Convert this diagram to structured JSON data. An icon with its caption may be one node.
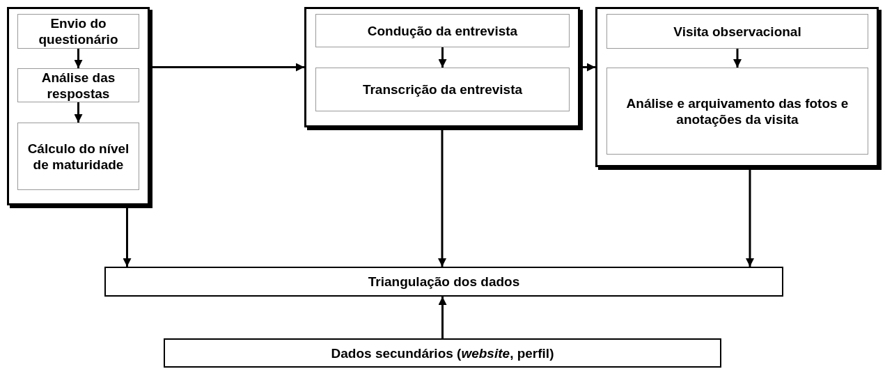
{
  "diagram": {
    "nodes": [
      {
        "text": [],
        "shape": "box"
      },
      {
        "text": [
          "Envio do questionário"
        ],
        "in": 0
      },
      {
        "text": [
          "Análise das respostas"
        ],
        "in": 0
      },
      {
        "text": [
          "Cálculo do nível de maturidade"
        ],
        "in": 0
      },
      {
        "text": [],
        "shape": "box"
      },
      {
        "text": [
          "Condução da entrevista"
        ],
        "in": 4
      },
      {
        "text": [
          "Transcrição da entrevista"
        ],
        "in": 4
      },
      {
        "text": [],
        "shape": "box"
      },
      {
        "text": [
          "Visita observacional"
        ],
        "in": 7
      },
      {
        "text": [
          "Análise e arquivamento das fotos e anotações da visita"
        ],
        "in": 7
      },
      {
        "text": [
          "Triangulação dos dados"
        ]
      },
      {
        "text": [
          "Dados secundários (*website*, perfil)"
        ]
      }
    ],
    "edges": [
      {
        "from": 1,
        "to": 2,
        "arrow": "to"
      },
      {
        "from": 2,
        "to": 3,
        "arrow": "to"
      },
      {
        "from": 0,
        "to": 4,
        "arrow": "to"
      },
      {
        "from": 5,
        "to": 6,
        "arrow": "to"
      },
      {
        "from": 4,
        "to": 7,
        "arrow": "to"
      },
      {
        "from": 8,
        "to": 9,
        "arrow": "to"
      },
      {
        "from": 0,
        "to": 10,
        "arrow": "to"
      },
      {
        "from": 4,
        "to": 10,
        "arrow": "to"
      },
      {
        "from": 7,
        "to": 10,
        "arrow": "to"
      },
      {
        "from": 11,
        "to": 10,
        "arrow": "to"
      }
    ]
  }
}
